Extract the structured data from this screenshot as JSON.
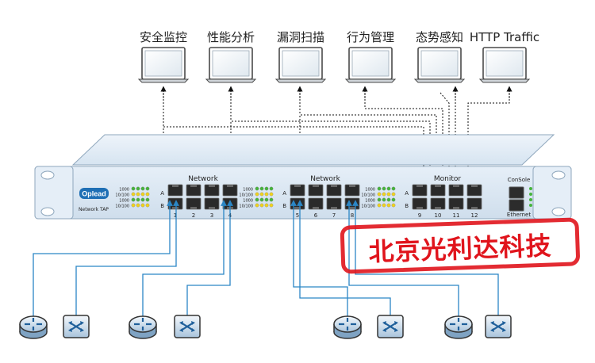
{
  "monitors": [
    {
      "label": "安全监控"
    },
    {
      "label": "性能分析"
    },
    {
      "label": "漏洞扫描"
    },
    {
      "label": "行为管理"
    },
    {
      "label": "态势感知"
    },
    {
      "label": "HTTP Traffic"
    }
  ],
  "device": {
    "brand": "Oplead",
    "model": "Network TAP",
    "groups": [
      {
        "title": "Network",
        "port_numbers": [
          "1",
          "2",
          "3",
          "4"
        ]
      },
      {
        "title": "Network",
        "port_numbers": [
          "5",
          "6",
          "7",
          "8"
        ]
      },
      {
        "title": "Monitor",
        "port_numbers": [
          "9",
          "10",
          "11",
          "12"
        ]
      }
    ],
    "row_letters": [
      "A",
      "B"
    ],
    "speed_labels": [
      "1000",
      "10/100",
      "1000",
      "10/100"
    ],
    "console_label": "ConSole",
    "ethernet_label": "Ethernet"
  },
  "stamp": {
    "text": "北京光利达科技"
  },
  "colors": {
    "chassis": "#dbe8f4",
    "line_blue": "#2b86c5",
    "stamp_red": "#e0141c",
    "led_green": "#46b43c",
    "led_yellow": "#f0d21e"
  },
  "icons": [
    "laptop-icon",
    "router-icon",
    "switch-icon"
  ]
}
